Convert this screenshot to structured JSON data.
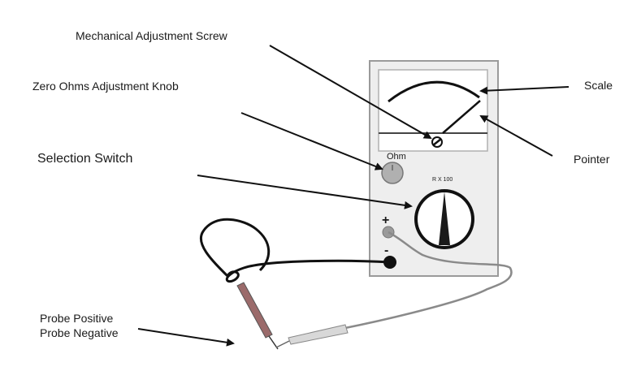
{
  "labels": {
    "mechanical_screw": "Mechanical Adjustment Screw",
    "zero_ohms_knob": "Zero Ohms Adjustment Knob",
    "selection_switch": "Selection Switch",
    "scale": "Scale",
    "pointer": "Pointer",
    "probe_positive": "Probe Positive",
    "probe_negative": "Probe Negative"
  },
  "meter": {
    "knob_label": "Ohm",
    "range_label": "R X 100",
    "plus_terminal": "+",
    "minus_terminal": "-"
  },
  "colors": {
    "body_fill": "#eeeeee",
    "body_stroke": "#9a9a9a",
    "lead_black": "#111111",
    "lead_grey": "#8a8a8a",
    "probe_red": "#9b6b6b",
    "probe_white": "#d8d8d8"
  }
}
